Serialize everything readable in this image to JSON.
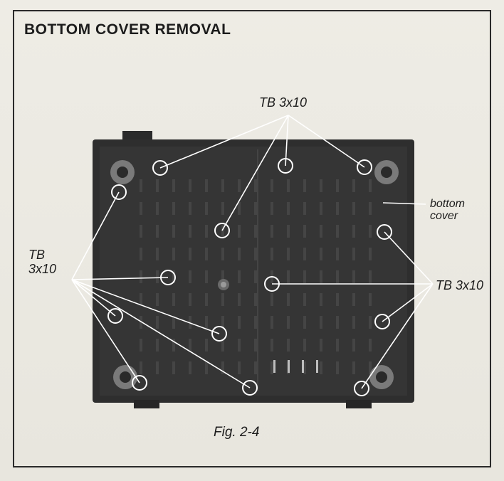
{
  "figure": {
    "title": "BOTTOM COVER REMOVAL",
    "caption": "Fig. 2-4",
    "labels": {
      "top_screws": "TB 3x10",
      "left_screws_line1": "TB",
      "left_screws_line2": "3x10",
      "right_screws": "TB 3x10",
      "bottom_cover_line1": "bottom",
      "bottom_cover_line2": "cover"
    }
  }
}
